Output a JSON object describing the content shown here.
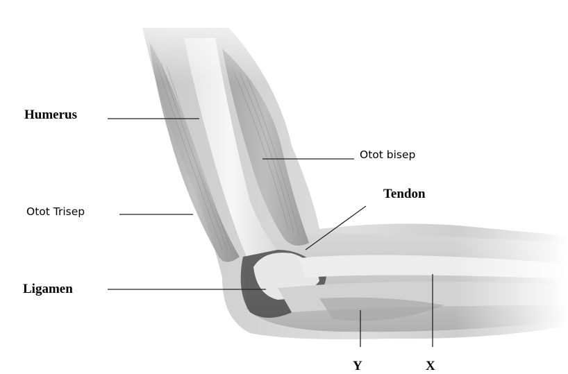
{
  "labels": {
    "humerus": "Humerus",
    "otot_bisep": "Otot bisep",
    "tendon": "Tendon",
    "otot_trisep": "Otot Trisep",
    "ligamen": "Ligamen",
    "y": "Y",
    "x": "X"
  },
  "colors": {
    "background": "#ffffff",
    "leader_line": "#222222",
    "anatomy_tone": "#9a9a9a"
  }
}
